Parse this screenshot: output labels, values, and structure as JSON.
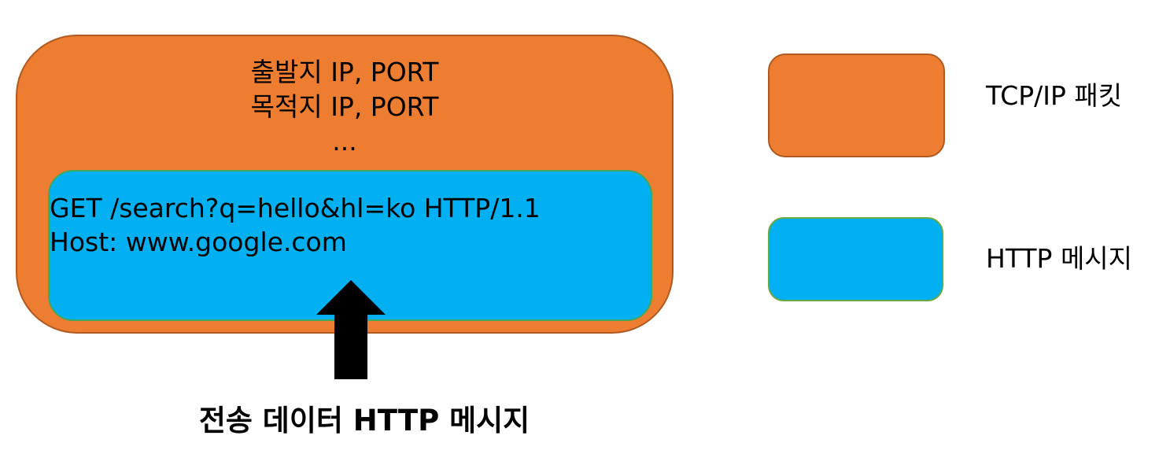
{
  "colors": {
    "tcp_packet": "#ed7d31",
    "http_message": "#00b0f0",
    "arrow": "#000000"
  },
  "packet": {
    "header_lines": [
      "출발지 IP, PORT",
      "목적지 IP, PORT",
      "..."
    ],
    "http_lines": [
      "GET /search?q=hello&hl=ko HTTP/1.1",
      "Host: www.google.com"
    ]
  },
  "caption": "전송 데이터 HTTP 메시지",
  "legend": [
    {
      "label": "TCP/IP 패킷",
      "color": "#ed7d31"
    },
    {
      "label": "HTTP 메시지",
      "color": "#00b0f0"
    }
  ]
}
